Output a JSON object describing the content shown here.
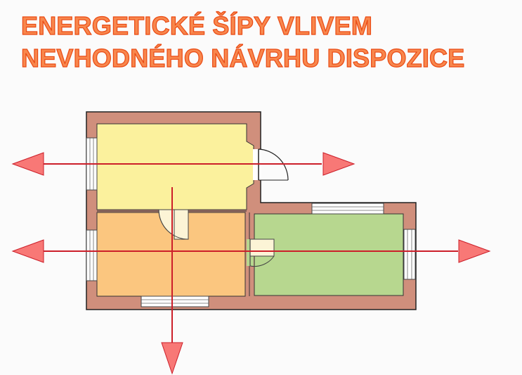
{
  "header": {
    "title_line1": "ENERGETICKÉ ŠÍPY VLIVEM",
    "title_line2": "NEVHODNÉHO NÁVRHU DISPOZICE"
  },
  "colors": {
    "title_fill": "#f8874d",
    "title_stroke": "#ea4a14",
    "wall": "#d08f7c",
    "room_top": "#fbf19d",
    "room_bottom_left": "#fbc67f",
    "room_right": "#b7d78f",
    "arrow_fill": "#f87876",
    "arrow_line": "#cc1f2a",
    "door_leaf": "#fcf4d6"
  },
  "plan": {
    "rooms": [
      {
        "name": "room-top-left"
      },
      {
        "name": "room-bottom-left"
      },
      {
        "name": "room-right"
      }
    ],
    "arrows": [
      {
        "name": "arrow-top-horizontal",
        "direction": "both"
      },
      {
        "name": "arrow-middle-horizontal",
        "direction": "both"
      },
      {
        "name": "arrow-vertical-down",
        "direction": "down"
      }
    ]
  }
}
